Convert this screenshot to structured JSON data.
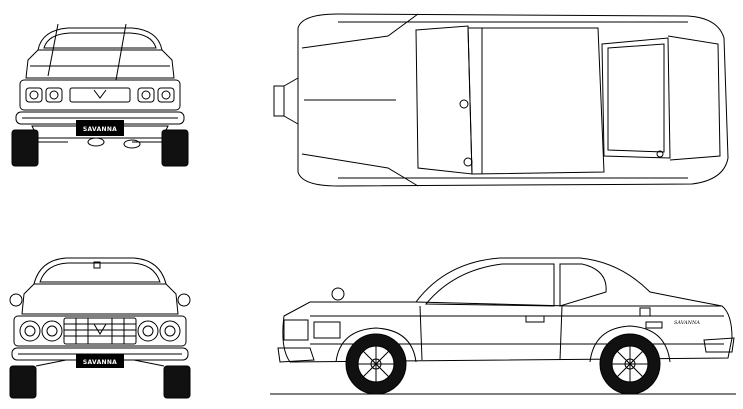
{
  "blueprint": {
    "views": [
      {
        "id": "rear-view",
        "plate_text": "SAVANNA"
      },
      {
        "id": "top-view"
      },
      {
        "id": "front-view",
        "plate_text": "SAVANNA"
      },
      {
        "id": "side-view",
        "badge_text": "SAVANNA"
      }
    ],
    "colors": {
      "line": "#000000",
      "background": "#ffffff",
      "tire": "#111111",
      "plate": "#000000"
    }
  }
}
